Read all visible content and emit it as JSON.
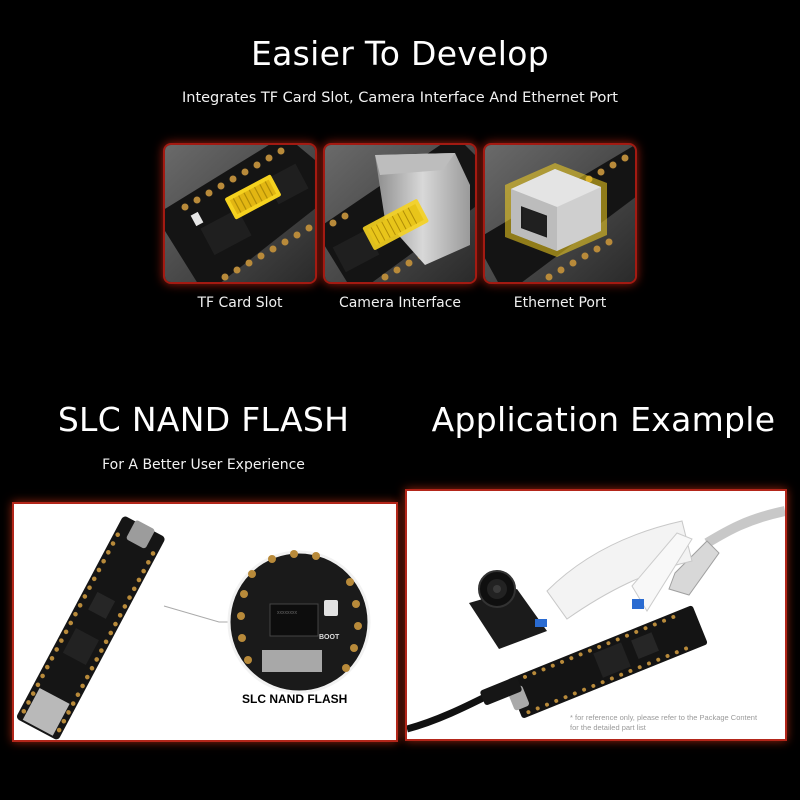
{
  "section_top": {
    "title": "Easier To Develop",
    "subtitle": "Integrates TF Card Slot, Camera Interface And Ethernet Port",
    "cards": [
      {
        "caption": "TF Card Slot"
      },
      {
        "caption": "Camera Interface"
      },
      {
        "caption": "Ethernet Port"
      }
    ]
  },
  "section_left": {
    "title": "SLC NAND FLASH",
    "subtitle": "For A Better User Experience",
    "callout_label": "SLC NAND FLASH",
    "chip_text": "BOOT"
  },
  "section_right": {
    "title": "Application Example",
    "note_line1": "* for reference only, please refer to the Package Content",
    "note_line2": "for the detailed part list"
  },
  "colors": {
    "background": "#000000",
    "accent_glow": "#c8281a",
    "highlight_yellow": "#f5d21f"
  }
}
